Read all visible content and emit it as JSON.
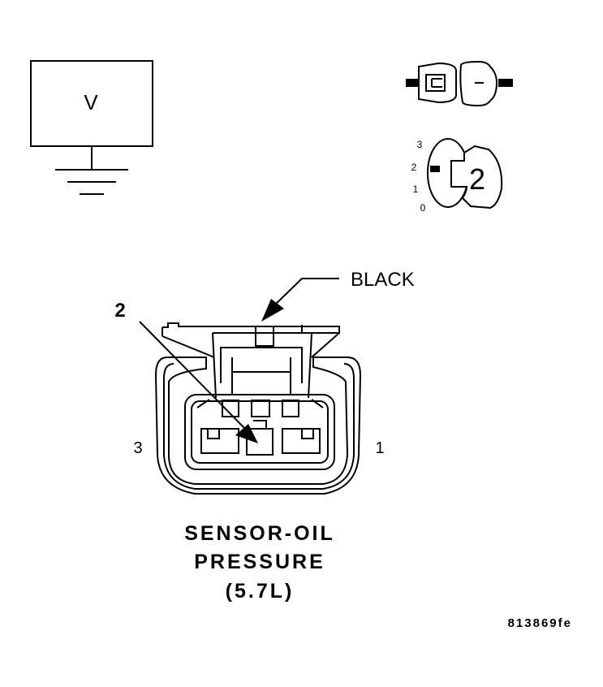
{
  "voltmeter": {
    "label": "V"
  },
  "selector": {
    "positions": [
      "3",
      "2",
      "1",
      "0"
    ],
    "setting": "2"
  },
  "connector": {
    "color_label": "BLACK",
    "callout_number": "2",
    "pin_left": "3",
    "pin_right": "1"
  },
  "caption": {
    "line1": "SENSOR-OIL",
    "line2": "PRESSURE",
    "line3": "(5.7L)"
  },
  "figure_id": "813869fe"
}
